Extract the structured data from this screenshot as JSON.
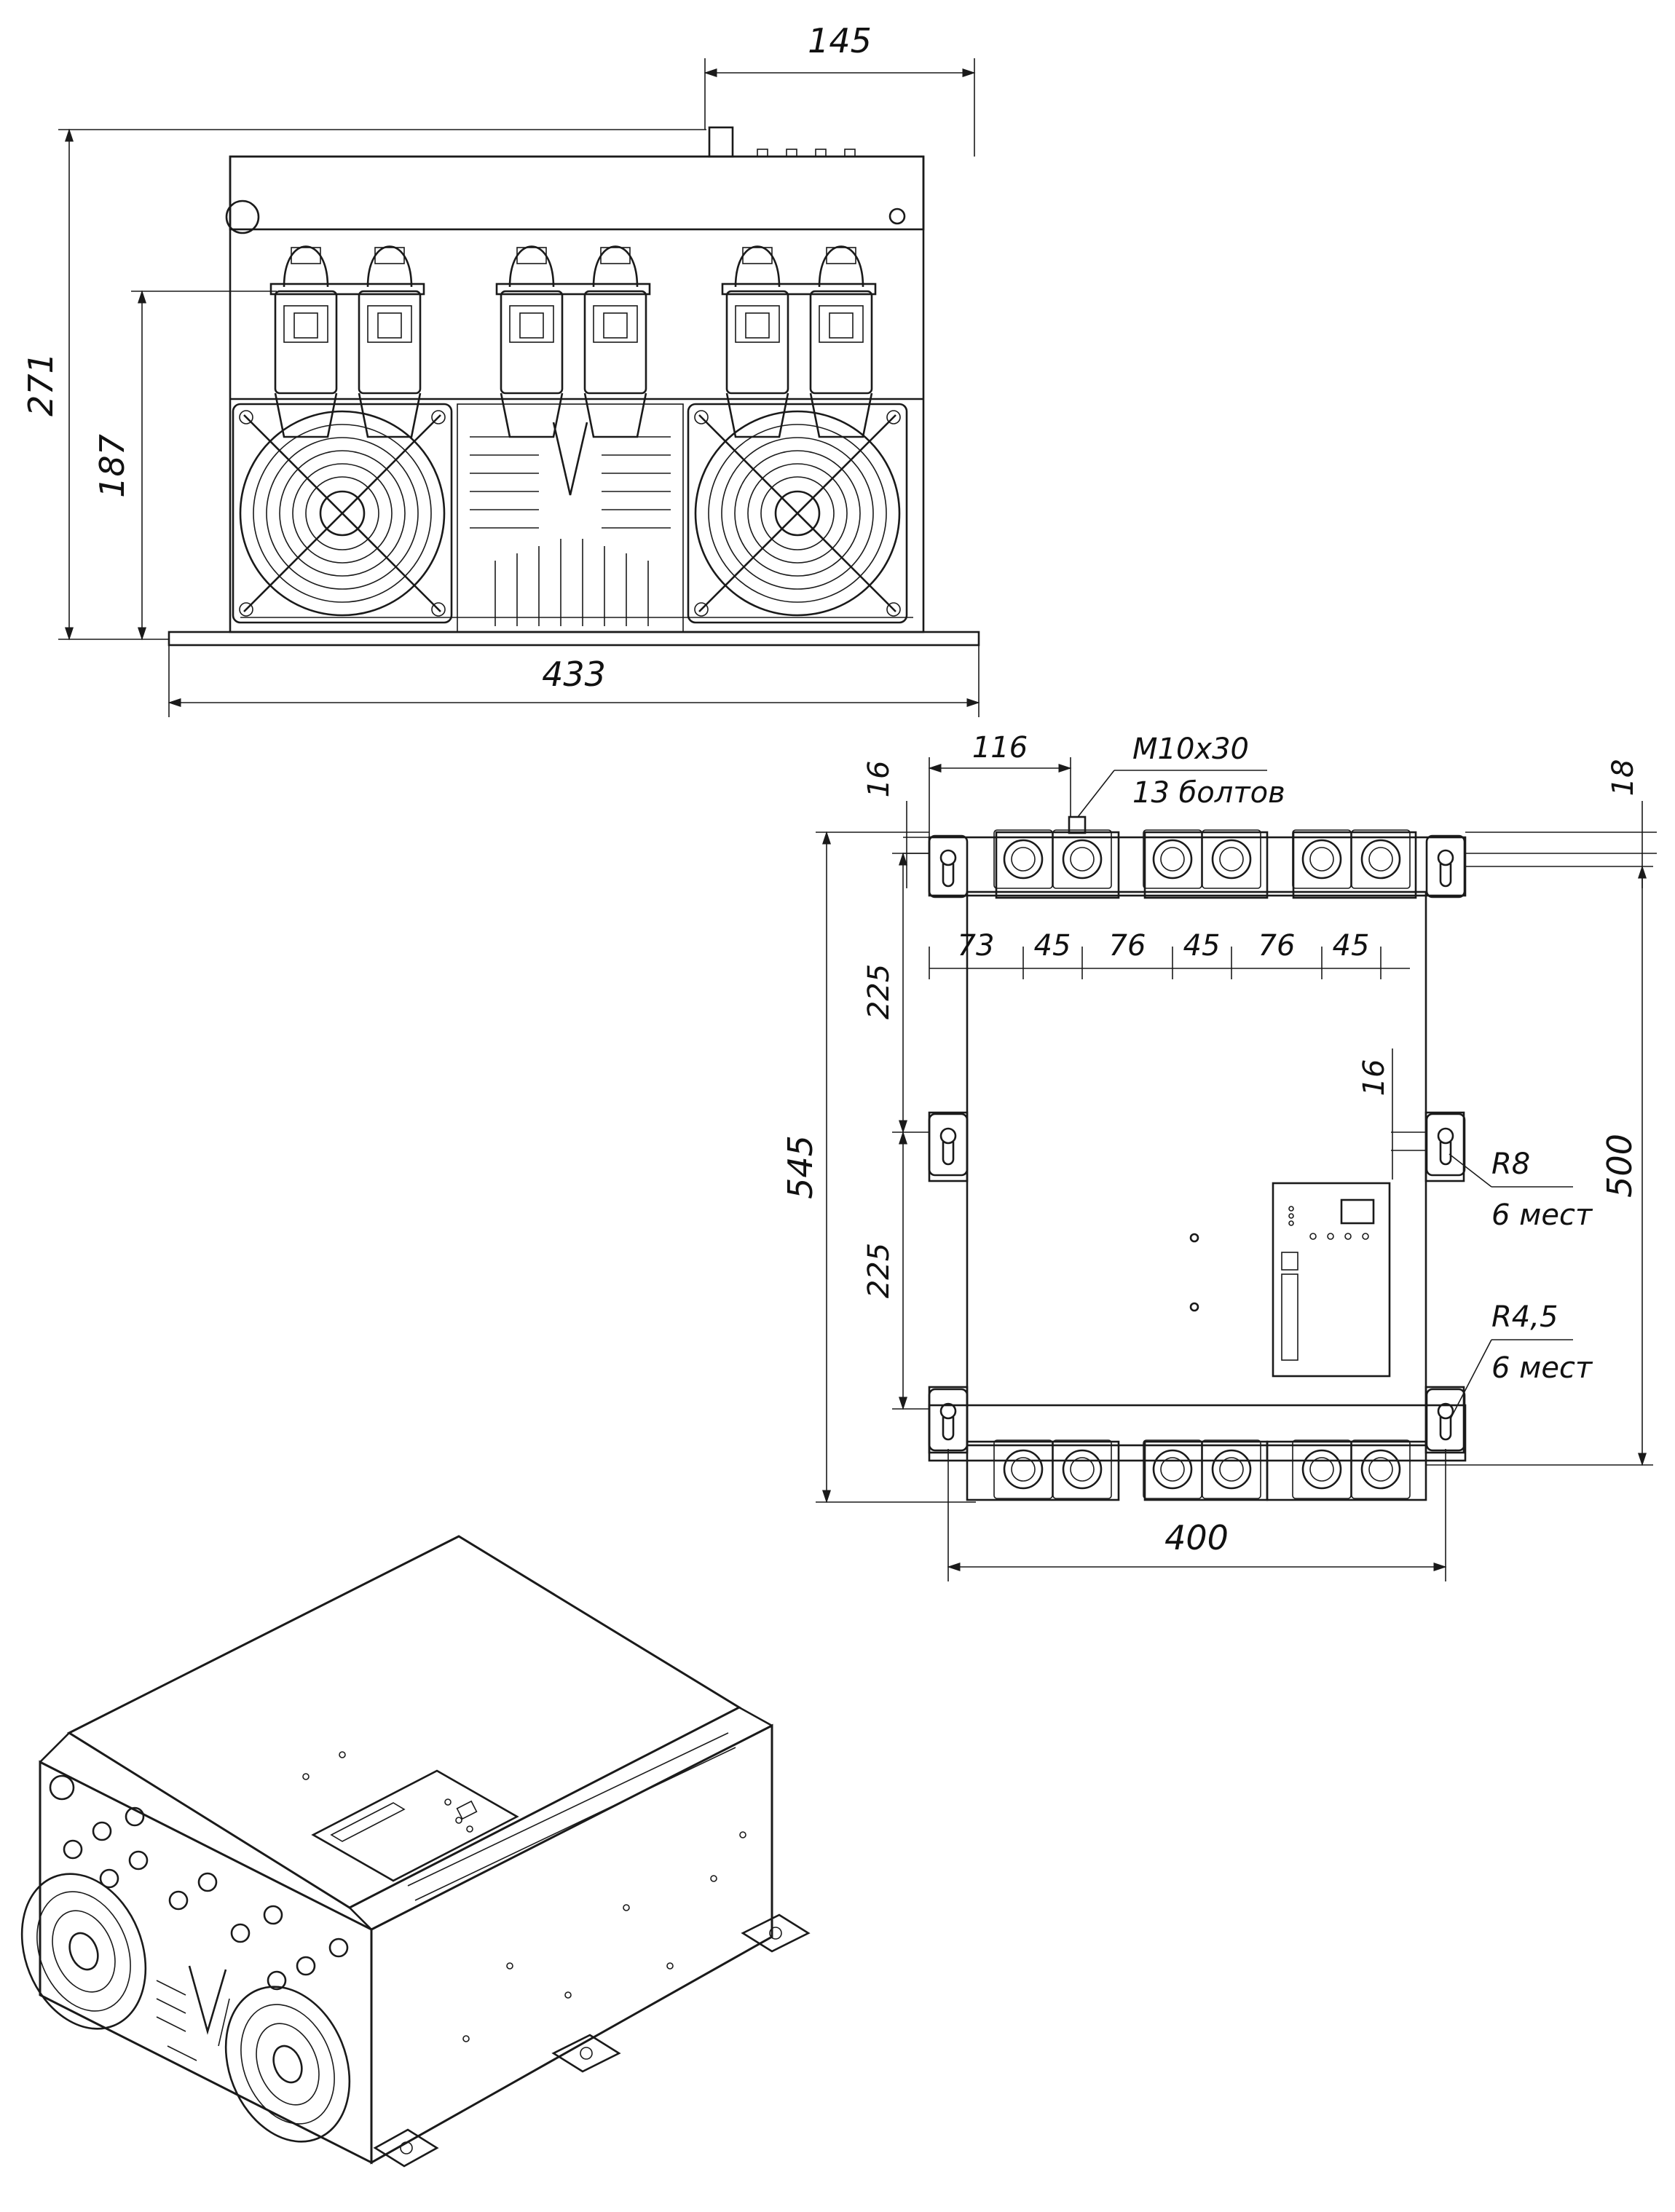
{
  "front_view": {
    "dims": {
      "width_top": "145",
      "height_total": "271",
      "height_inner": "187",
      "width_base": "433"
    }
  },
  "top_view": {
    "dims": {
      "d116": "116",
      "d16_top": "16",
      "d18": "18",
      "d73": "73",
      "d45_a": "45",
      "d76_a": "76",
      "d45_b": "45",
      "d76_b": "76",
      "d45_c": "45",
      "d225_top": "225",
      "d225_bottom": "225",
      "d545": "545",
      "d500": "500",
      "d16_side": "16",
      "d400": "400"
    },
    "notes": {
      "bolt_spec": "M10x30",
      "bolt_count": "13 болтов",
      "radius_large": "R8",
      "radius_large_qty": "6 мест",
      "radius_small": "R4,5",
      "radius_small_qty": "6 мест"
    }
  },
  "icons": {
    "fan": "fan-icon",
    "mount_slot": "keyhole-slot-icon",
    "bolt": "bolt-icon"
  }
}
